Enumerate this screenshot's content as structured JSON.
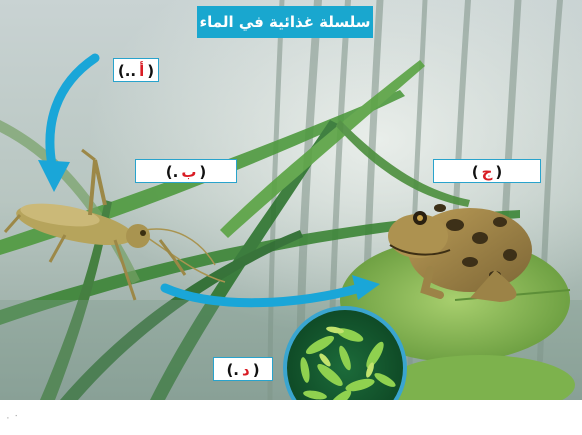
{
  "title": "سلسلة غذائية في الماء",
  "labels": {
    "a": {
      "open": "(",
      "letter": "أ",
      "dots": "..",
      "close": ")"
    },
    "b": {
      "open": "(",
      "letter": "ب",
      "dots": ".",
      "close": ")"
    },
    "c": {
      "open": "(",
      "letter": "ج",
      "dots": "",
      "close": ")"
    },
    "d": {
      "open": "(",
      "letter": "د",
      "dots": ".",
      "close": ")"
    }
  },
  "footer": "⠄ ⠂",
  "colors": {
    "title_bg": "#19a7cf",
    "arrow": "#1aa6d8",
    "label_letter": "#d91c24",
    "label_border": "#29a3cc"
  }
}
